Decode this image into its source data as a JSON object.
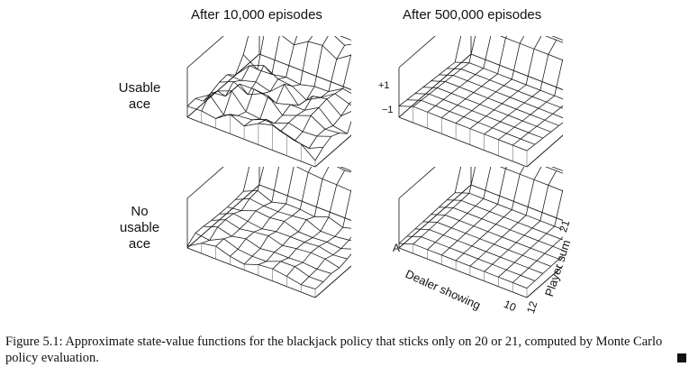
{
  "figure": {
    "column_headers": [
      "After 10,000 episodes",
      "After 500,000 episodes"
    ],
    "row_headers": {
      "usable": [
        "Usable",
        "ace"
      ],
      "no_usable": [
        "No",
        "usable",
        "ace"
      ]
    },
    "z_ticks": {
      "top": "+1",
      "bottom": "−1"
    },
    "axis_labels": {
      "dealer": "Dealer showing",
      "player": "Player sum",
      "dealer_start": "A",
      "dealer_end": "10",
      "player_start": "12",
      "player_end": "21"
    },
    "caption": "Figure 5.1: Approximate state-value functions for the blackjack policy that sticks only on 20 or 21, computed by Monte Carlo policy evaluation."
  }
}
